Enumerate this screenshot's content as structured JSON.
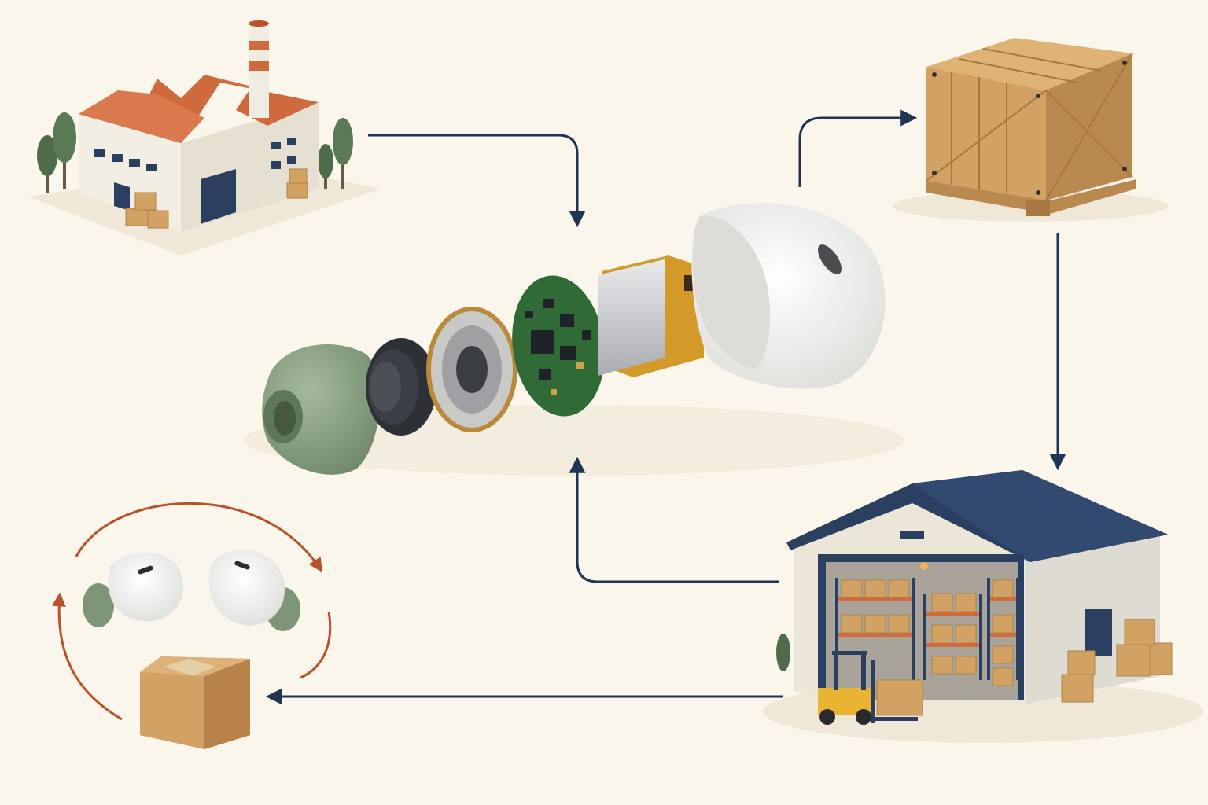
{
  "diagram": {
    "nodes": [
      {
        "id": "factory",
        "icon": "factory-icon"
      },
      {
        "id": "earbud-components",
        "icon": "earbud-exploded-icon"
      },
      {
        "id": "shipping-crate",
        "icon": "wooden-crate-icon"
      },
      {
        "id": "warehouse",
        "icon": "warehouse-icon"
      },
      {
        "id": "package-and-earbuds",
        "icon": "cardboard-box-icon"
      }
    ],
    "edges": [
      {
        "from": "factory",
        "to": "earbud-components"
      },
      {
        "from": "earbud-components",
        "to": "shipping-crate"
      },
      {
        "from": "shipping-crate",
        "to": "warehouse"
      },
      {
        "from": "warehouse",
        "to": "earbud-components"
      },
      {
        "from": "warehouse",
        "to": "package-and-earbuds"
      }
    ],
    "cycle": {
      "around": "package-and-earbuds",
      "icon": "circular-arrows-icon"
    }
  },
  "colors": {
    "background": "#faf6ec",
    "arrow": "#1e3653",
    "cycle_arrow": "#b8522a",
    "roof_orange": "#cf6a3f",
    "roof_navy": "#2b3f60",
    "wood": "#d2a265",
    "eartip_green": "#8fa58a",
    "pcb_green": "#2f6a37",
    "battery_gold": "#d39a2a",
    "earbud_white": "#f7f7f5"
  }
}
